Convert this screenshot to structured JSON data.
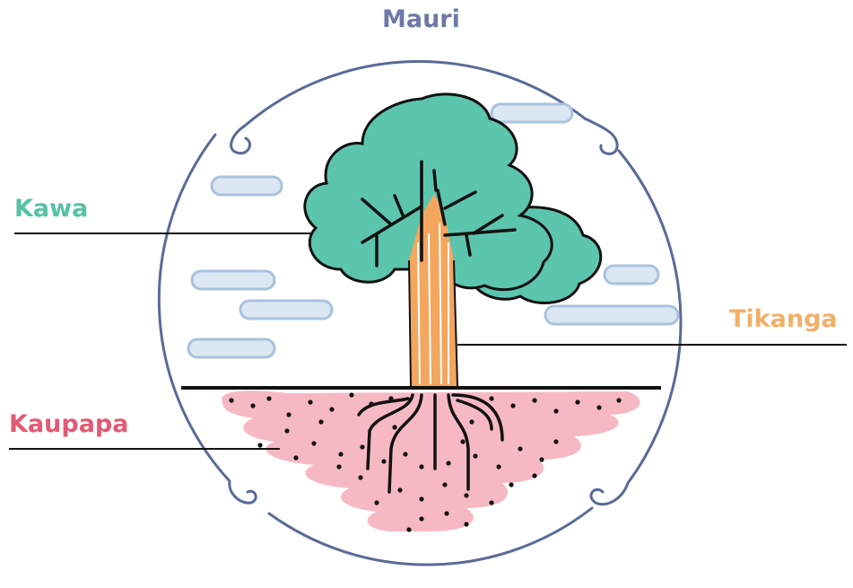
{
  "labels": {
    "mauri": "Mauri",
    "kawa": "Kawa",
    "tikanga": "Tikanga",
    "kaupapa": "Kaupapa"
  },
  "colors": {
    "mauri": "#6e78a8",
    "kawa": "#57c2a3",
    "tikanga": "#f0b06a",
    "kaupapa": "#e25a74",
    "circle": "#5a6a98",
    "canopy": "#5cc5ae",
    "trunk": "#f3a65e",
    "soil": "#f6b9c3",
    "cloud_fill": "#dbe7f2",
    "cloud_stroke": "#a9c2dc",
    "ink": "#111111"
  }
}
